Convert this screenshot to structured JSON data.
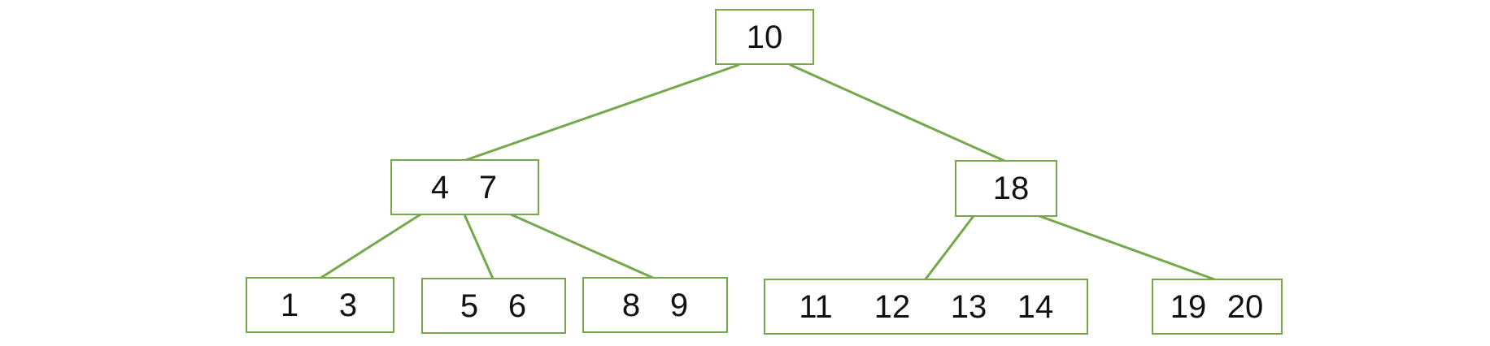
{
  "tree": {
    "edge_color": "#74a84a",
    "node_border_color": "#74a84a",
    "text_color": "#111111",
    "nodes": {
      "root": {
        "keys": [
          "10"
        ]
      },
      "left": {
        "keys": [
          "4",
          "7"
        ]
      },
      "right": {
        "keys": [
          "18"
        ]
      },
      "leaf_1": {
        "keys": [
          "1",
          "3"
        ]
      },
      "leaf_2": {
        "keys": [
          "5",
          "6"
        ]
      },
      "leaf_3": {
        "keys": [
          "8",
          "9"
        ]
      },
      "leaf_4": {
        "keys": [
          "11",
          "12",
          "13",
          "14"
        ]
      },
      "leaf_5": {
        "keys": [
          "19",
          "20"
        ]
      }
    }
  }
}
